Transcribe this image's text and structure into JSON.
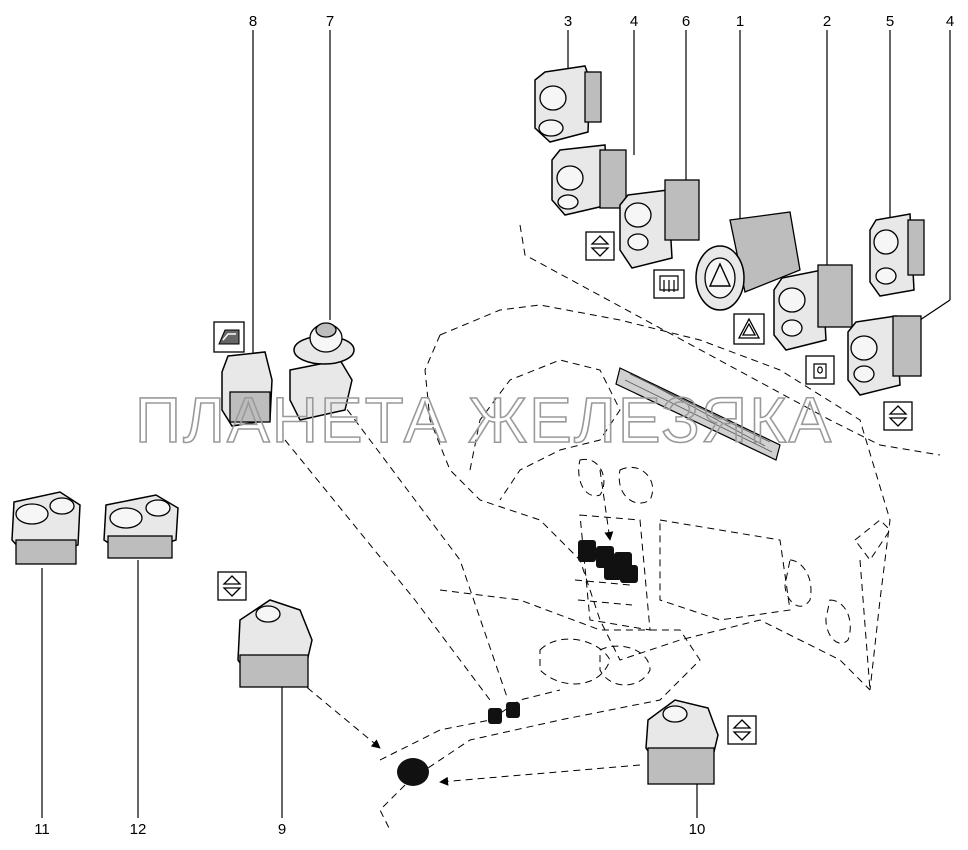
{
  "watermark": "ПЛАНЕТА ЖЕЛЕЗЯКА",
  "callouts": [
    "1",
    "2",
    "3",
    "4",
    "5",
    "6",
    "7",
    "8",
    "9",
    "10",
    "11",
    "12"
  ],
  "symbols": {
    "window_updown": "window-up-down-icon",
    "rear_defrost": "rear-defrost-icon",
    "hazard": "hazard-triangle-icon",
    "child_lock": "child-lock-icon",
    "sunroof": "sunroof-icon"
  }
}
